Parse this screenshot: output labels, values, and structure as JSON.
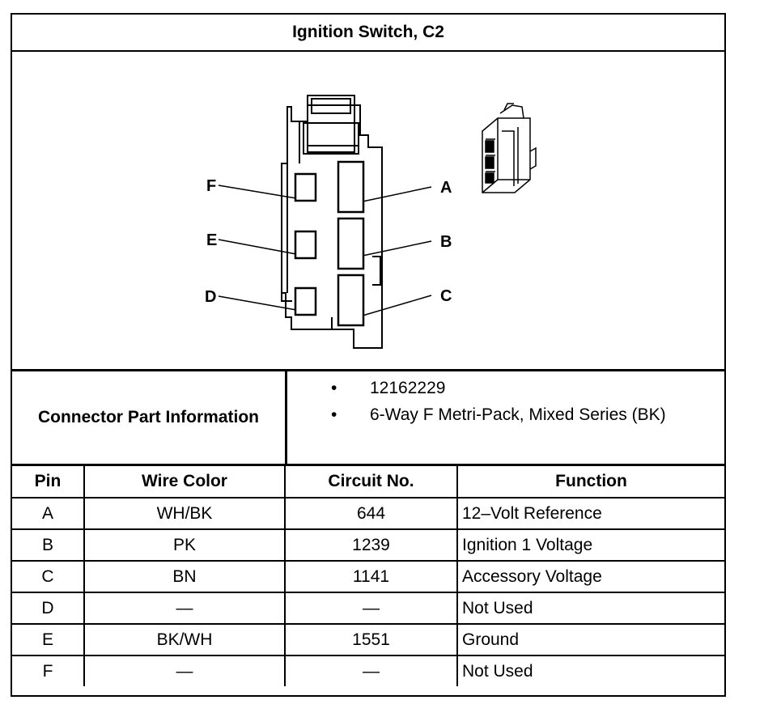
{
  "title": "Ignition Switch, C2",
  "diagram": {
    "pin_labels": [
      "F",
      "E",
      "D",
      "A",
      "B",
      "C"
    ]
  },
  "part_info": {
    "label": "Connector Part Information",
    "items": [
      "12162229",
      "6-Way F Metri-Pack, Mixed Series (BK)"
    ],
    "bullet": "•"
  },
  "table": {
    "headers": [
      "Pin",
      "Wire Color",
      "Circuit No.",
      "Function"
    ],
    "rows": [
      [
        "A",
        "WH/BK",
        "644",
        "12–Volt Reference"
      ],
      [
        "B",
        "PK",
        "1239",
        "Ignition 1 Voltage"
      ],
      [
        "C",
        "BN",
        "1141",
        "Accessory Voltage"
      ],
      [
        "D",
        "—",
        "—",
        "Not Used"
      ],
      [
        "E",
        "BK/WH",
        "1551",
        "Ground"
      ],
      [
        "F",
        "—",
        "—",
        "Not Used"
      ]
    ]
  }
}
